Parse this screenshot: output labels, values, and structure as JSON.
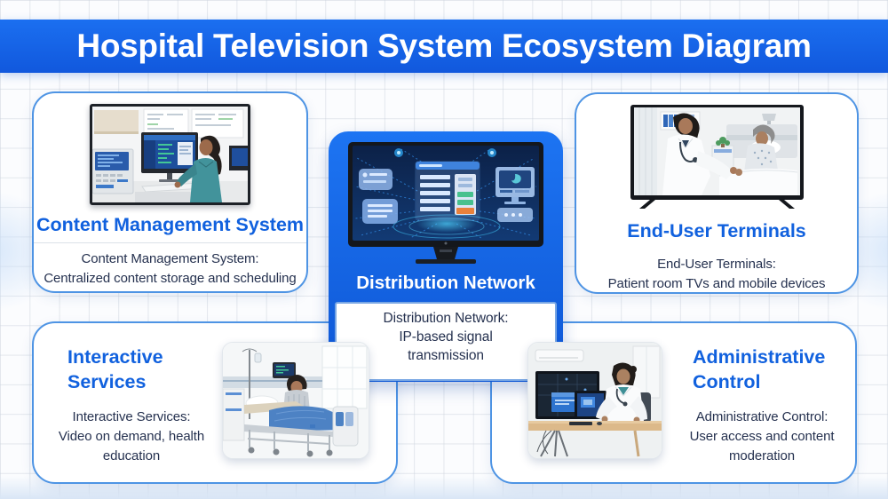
{
  "header": {
    "title": "Hospital Television System Ecosystem Diagram"
  },
  "palette": {
    "banner_blue": "#1766e8",
    "center_card_blue": "#1468e9",
    "card_border_blue": "#4e94e4",
    "heading_blue": "#1161de",
    "body_text": "#25314f"
  },
  "cards": {
    "cms": {
      "title": "Content Management System",
      "desc_lines": [
        "Content Management System:",
        "Centralized content storage and scheduling"
      ],
      "photo_alt": "nurse-at-content-management-workstation"
    },
    "distribution": {
      "title": "Distribution Network",
      "desc_lines": [
        "Distribution Network:",
        "IP-based signal",
        "transmission"
      ],
      "photo_alt": "network-hub-television-illustration"
    },
    "terminals": {
      "title": "End-User Terminals",
      "desc_lines": [
        "End-User Terminals:",
        "Patient room TVs and mobile devices"
      ],
      "photo_alt": "doctor-with-patient-on-television-screen"
    },
    "interactive": {
      "title_lines": [
        "Interactive",
        "Services"
      ],
      "desc_lines": [
        "Interactive Services:",
        "Video on demand, health",
        "education"
      ],
      "photo_alt": "patient-sitting-in-hospital-bed"
    },
    "admin": {
      "title_lines": [
        "Administrative",
        "Control"
      ],
      "desc_lines": [
        "Administrative Control:",
        "User access and content",
        "moderation"
      ],
      "photo_alt": "administrator-at-monitoring-desk"
    }
  }
}
